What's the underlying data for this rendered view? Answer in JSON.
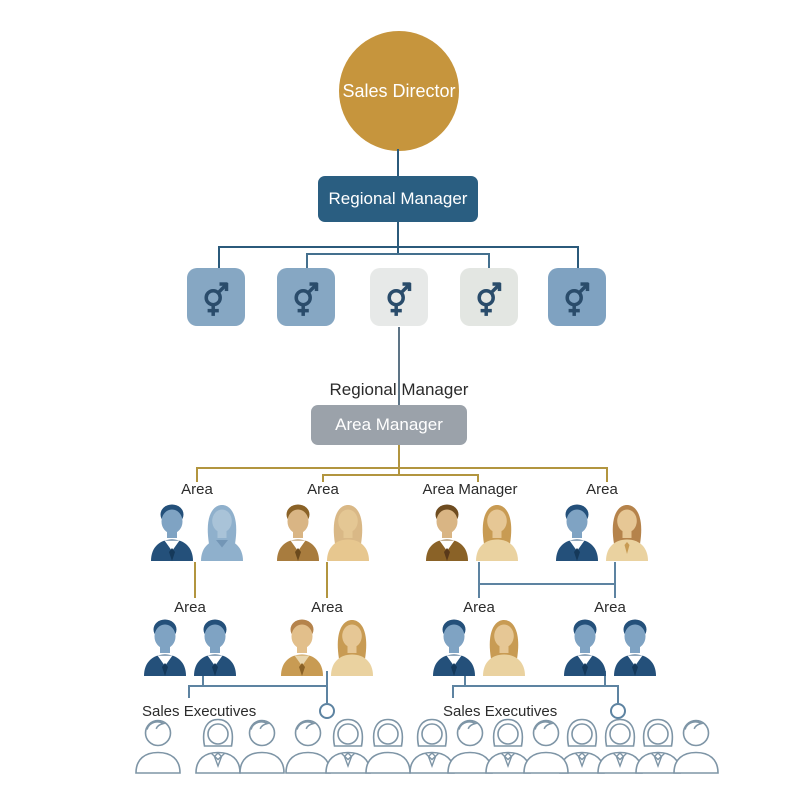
{
  "palette": {
    "gold_circle": "#C6953D",
    "navy_box": "#2A5E81",
    "gray_box": "#9BA2AA",
    "symbol_navy": "#2A4C6B",
    "dark_connector": "#2B5A7B",
    "mid_connector": "#5D7486",
    "gold_connector": "#B2953F",
    "blue_connector": "#5D83A1",
    "outline_stroke": "#7E95A6",
    "text_dark": "#2B2B2B"
  },
  "org": {
    "top_node": {
      "label": "Sales Director"
    },
    "level2_node": {
      "label": "Regional Manager"
    },
    "mid_label": "Regional Manager",
    "level3_node": {
      "label": "Area Manager"
    }
  },
  "gender_squares": [
    {
      "icon": "gender-symbol",
      "bg": "#86A7C3"
    },
    {
      "icon": "gender-symbol",
      "bg": "#86A7C3"
    },
    {
      "icon": "gender-symbol",
      "bg": "#E7E9E8"
    },
    {
      "icon": "gender-symbol",
      "bg": "#E3E6E2"
    },
    {
      "icon": "gender-symbol",
      "bg": "#7FA2C1"
    }
  ],
  "colorways": {
    "navy_man": {
      "hair": "#24507A",
      "face": "#7FA3C3",
      "body": "#24507A",
      "shirt": "#FFFFFF",
      "tie": "#15395A"
    },
    "blue_woman": {
      "hair": "#8FB0CC",
      "face": "#A9C3D8",
      "body": "#8FB0CC",
      "vee": "#7396B6"
    },
    "brown_man": {
      "hair": "#8A6227",
      "face": "#D9B584",
      "body": "#A87C3E",
      "shirt": "#FFFFFF",
      "tie": "#6B4A1D"
    },
    "tan_woman": {
      "hair": "#D9B886",
      "face": "#E4C794",
      "body": "#E7C78F"
    },
    "darkbrown_man": {
      "hair": "#6E4C20",
      "face": "#D9B584",
      "body": "#8A6227",
      "shirt": "#FFFFFF",
      "tie": "#59391A"
    },
    "gold_woman": {
      "hair": "#C89B53",
      "face": "#E6C795",
      "body": "#EAD2A0"
    },
    "gold_woman_tie": {
      "hair": "#B5834B",
      "face": "#E6C795",
      "body": "#EAD2A0",
      "tie": "#C89B53"
    },
    "tan_man": {
      "hair": "#B5834B",
      "face": "#E2BF8B",
      "body": "#C89B53",
      "shirt": "#E9D6AE",
      "tie": "#8A6227"
    }
  },
  "row1_groups": [
    {
      "label": "Area",
      "persons": [
        {
          "type": "man",
          "colorway": "navy_man"
        },
        {
          "type": "woman",
          "colorway": "blue_woman"
        }
      ]
    },
    {
      "label": "Area",
      "persons": [
        {
          "type": "man",
          "colorway": "brown_man"
        },
        {
          "type": "woman",
          "colorway": "tan_woman"
        }
      ]
    },
    {
      "label": "Area Manager",
      "persons": [
        {
          "type": "man",
          "colorway": "darkbrown_man"
        },
        {
          "type": "woman",
          "colorway": "gold_woman"
        }
      ]
    },
    {
      "label": "Area",
      "persons": [
        {
          "type": "man",
          "colorway": "navy_man"
        },
        {
          "type": "woman",
          "colorway": "gold_woman_tie"
        }
      ]
    }
  ],
  "row2_groups": [
    {
      "label": "Area",
      "persons": [
        {
          "type": "man",
          "colorway": "navy_man"
        },
        {
          "type": "man",
          "colorway": "navy_man"
        }
      ]
    },
    {
      "label": "Area",
      "persons": [
        {
          "type": "man",
          "colorway": "tan_man"
        },
        {
          "type": "woman",
          "colorway": "gold_woman"
        }
      ]
    },
    {
      "label": "Area",
      "persons": [
        {
          "type": "man",
          "colorway": "navy_man"
        },
        {
          "type": "woman",
          "colorway": "gold_woman"
        }
      ]
    },
    {
      "label": "Area",
      "persons": [
        {
          "type": "man",
          "colorway": "navy_man"
        },
        {
          "type": "man",
          "colorway": "navy_man"
        }
      ]
    }
  ],
  "exec_sections": [
    {
      "label": "Sales Executives",
      "clusters": [
        [
          "om"
        ],
        [
          "of",
          "om"
        ],
        [
          "om",
          "of",
          "of2"
        ]
      ]
    },
    {
      "label": "Sales Executives",
      "clusters": [
        [
          "of",
          "om",
          "of",
          "om"
        ],
        [
          "of",
          "of",
          "of",
          "om"
        ]
      ]
    }
  ]
}
